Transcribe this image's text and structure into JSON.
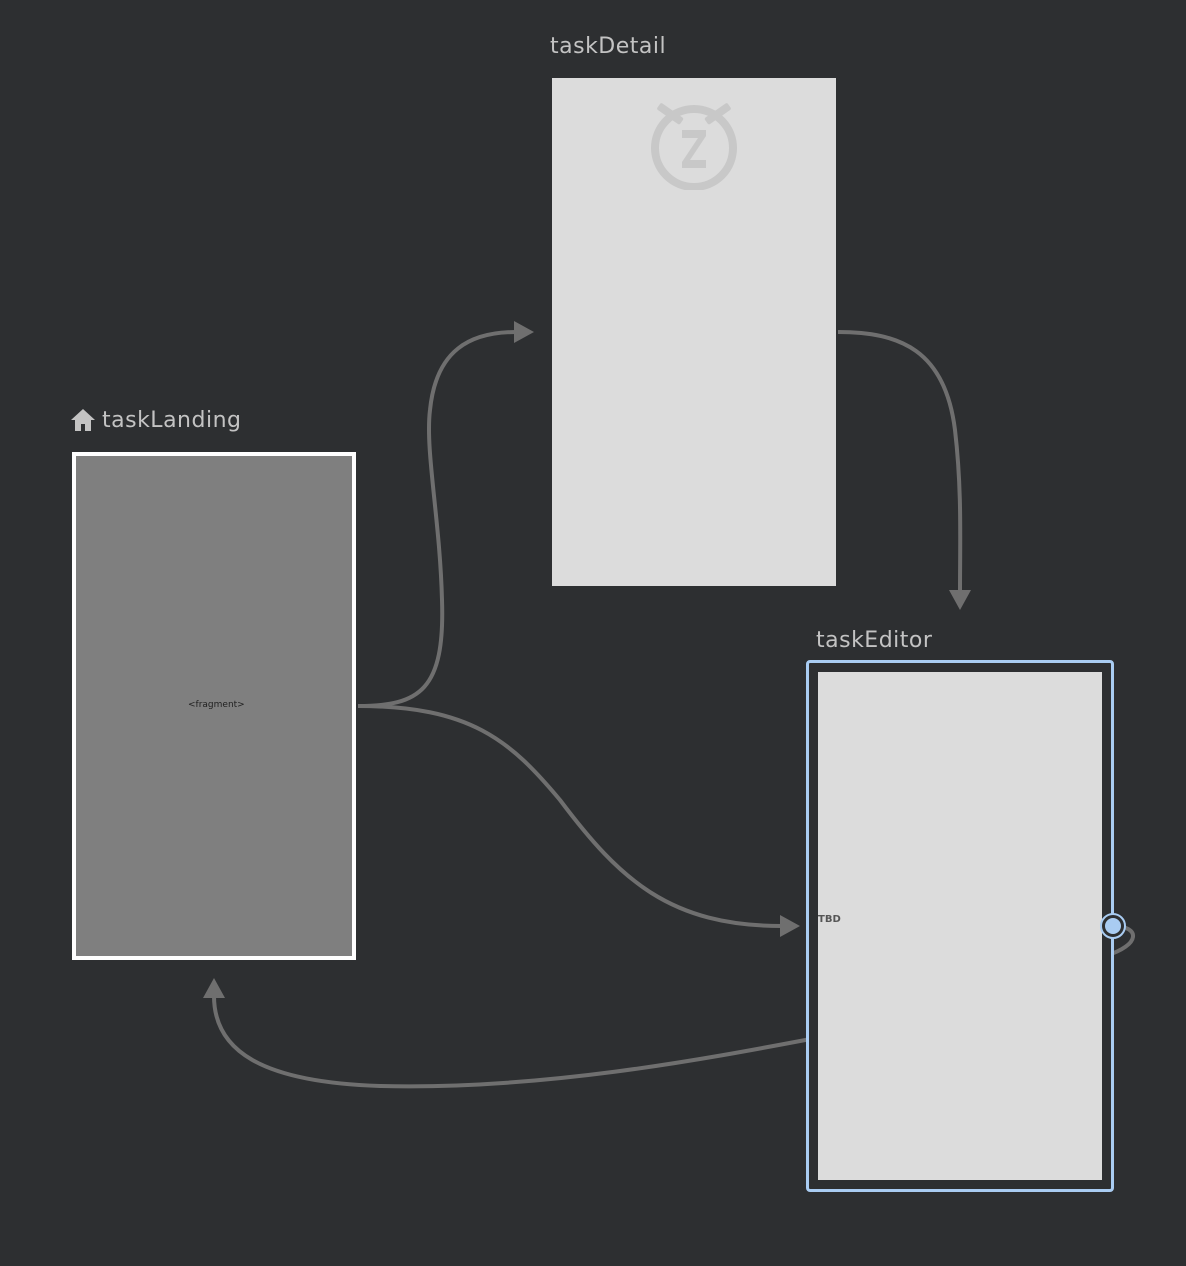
{
  "graph": {
    "destinations": {
      "taskLanding": {
        "name": "taskLanding",
        "placeholder": "<fragment>",
        "is_start": true,
        "icon": "home-icon"
      },
      "taskDetail": {
        "name": "taskDetail",
        "icon": "alarm-snooze-icon"
      },
      "taskEditor": {
        "name": "taskEditor",
        "content": "TBD",
        "selected": true
      }
    },
    "colors": {
      "background": "#2d2f31",
      "edge": "#6f6f6f",
      "selection": "#a9ccf2",
      "landing_fill": "#7f7f7f",
      "screen_fill": "#dcdcdc"
    }
  }
}
